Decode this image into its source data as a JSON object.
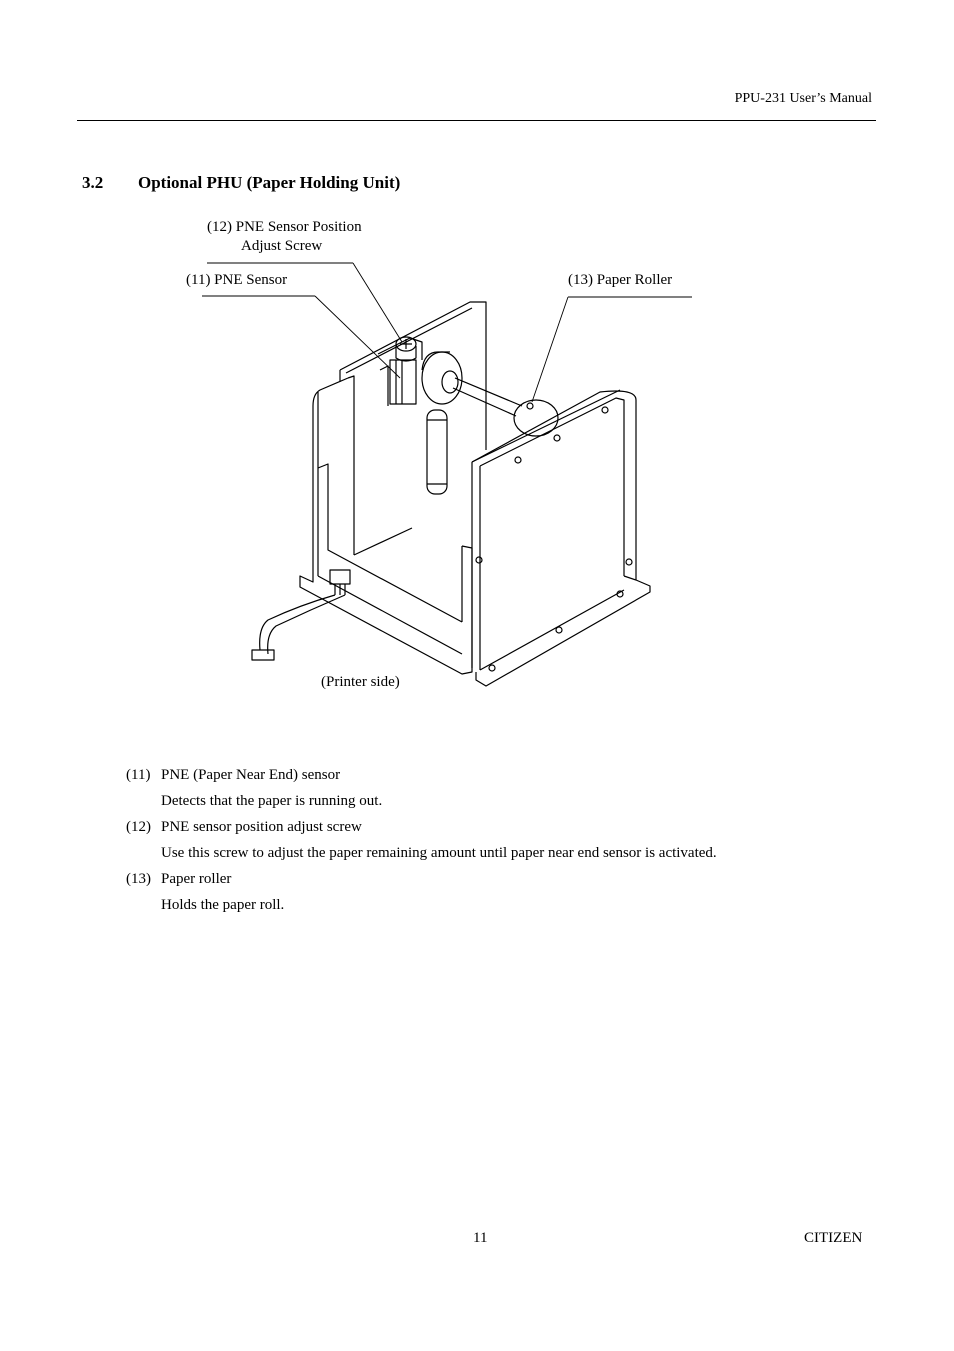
{
  "header": {
    "title": "PPU-231 User’s Manual"
  },
  "section": {
    "number": "3.2",
    "title": "Optional PHU (Paper Holding Unit)"
  },
  "figure": {
    "callouts": {
      "pne_adjust_line1": "(12) PNE Sensor Position",
      "pne_adjust_line2": "Adjust Screw",
      "pne_sensor": "(11) PNE Sensor",
      "paper_roller": "(13) Paper Roller",
      "printer_side": "(Printer side)"
    }
  },
  "items": [
    {
      "num": "(11)",
      "title": "PNE (Paper Near End) sensor",
      "desc": "Detects that the paper is running out."
    },
    {
      "num": "(12)",
      "title": "PNE sensor position adjust screw",
      "desc": "Use this screw to adjust the paper remaining amount until paper near end sensor is activated."
    },
    {
      "num": "(13)",
      "title": "Paper roller",
      "desc": "Holds the paper roll."
    }
  ],
  "footer": {
    "page": "11",
    "brand": "CITIZEN"
  }
}
